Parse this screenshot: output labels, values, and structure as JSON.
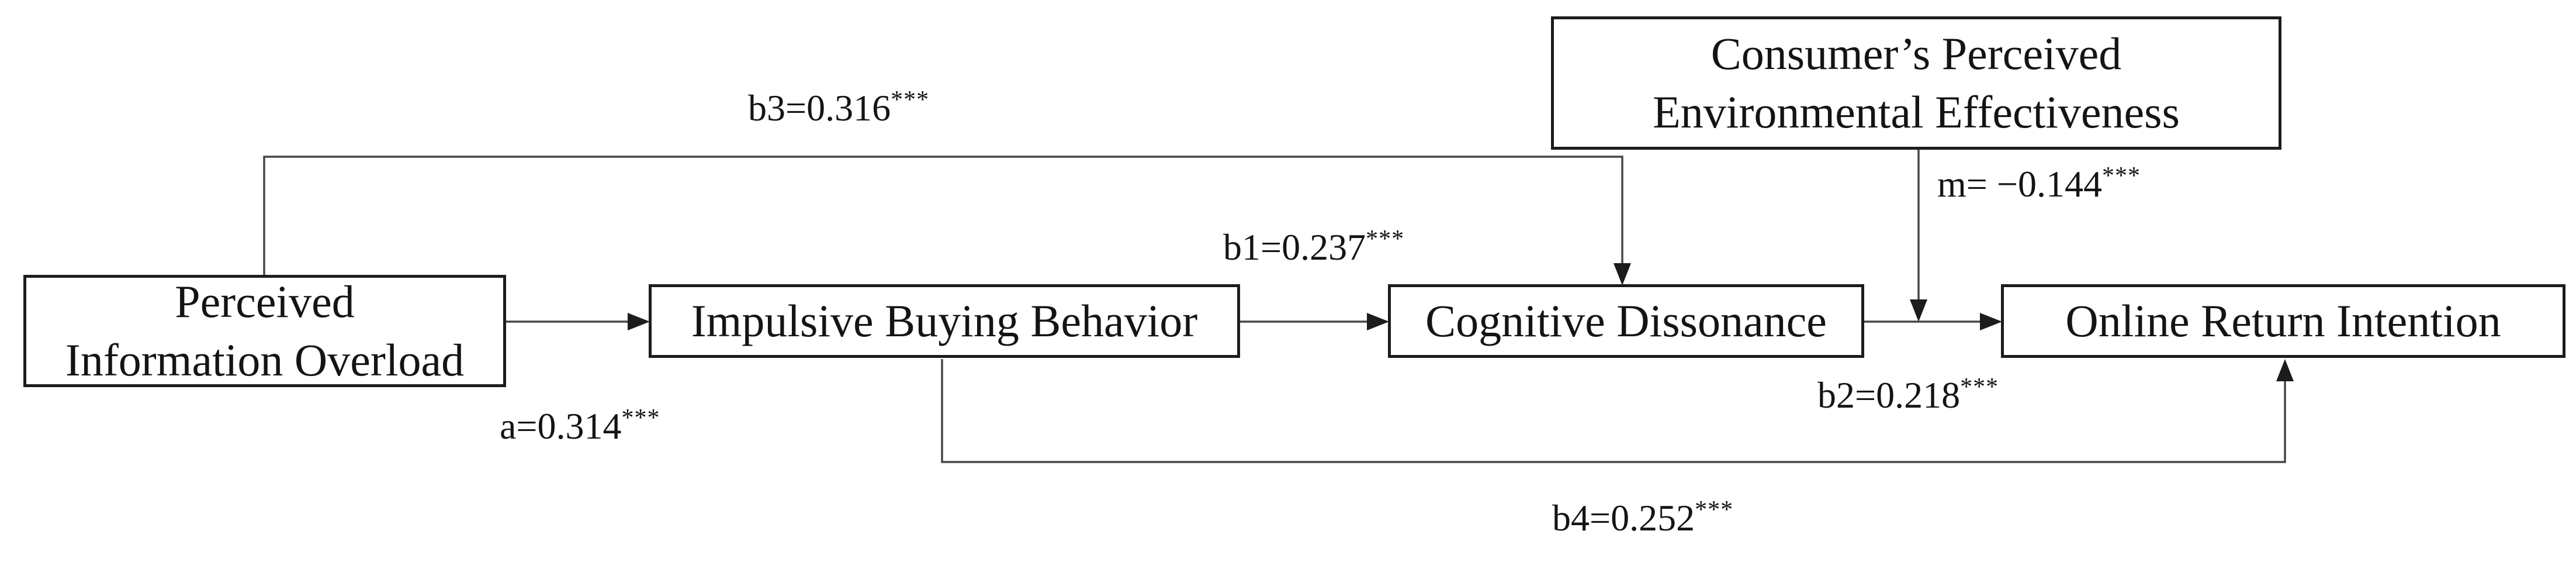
{
  "style": {
    "background": "#ffffff",
    "line_color": "#474747",
    "arrow_color": "#1c1c1c",
    "box_border_color": "#1c1c1c",
    "text_color": "#141414"
  },
  "boxes": {
    "perceived_information_overload": {
      "lines": [
        "Perceived",
        "Information Overload"
      ]
    },
    "impulsive_buying_behavior": {
      "lines": [
        "Impulsive Buying Behavior"
      ]
    },
    "cognitive_dissonance": {
      "lines": [
        "Cognitive Dissonance"
      ]
    },
    "online_return_intention": {
      "lines": [
        "Online Return Intention"
      ]
    },
    "consumers_perceived_environmental_effectiveness": {
      "lines": [
        "Consumer’s Perceived",
        "Environmental Effectiveness"
      ]
    }
  },
  "path_labels": {
    "a": {
      "text": "a=0.314",
      "sig": "***"
    },
    "b1": {
      "text": "b1=0.237",
      "sig": "***"
    },
    "b2": {
      "text": "b2=0.218",
      "sig": "***"
    },
    "b3": {
      "text": "b3=0.316",
      "sig": "***"
    },
    "b4": {
      "text": "b4=0.252",
      "sig": "***"
    },
    "m": {
      "text": "m= −0.144",
      "sig": "***"
    }
  }
}
